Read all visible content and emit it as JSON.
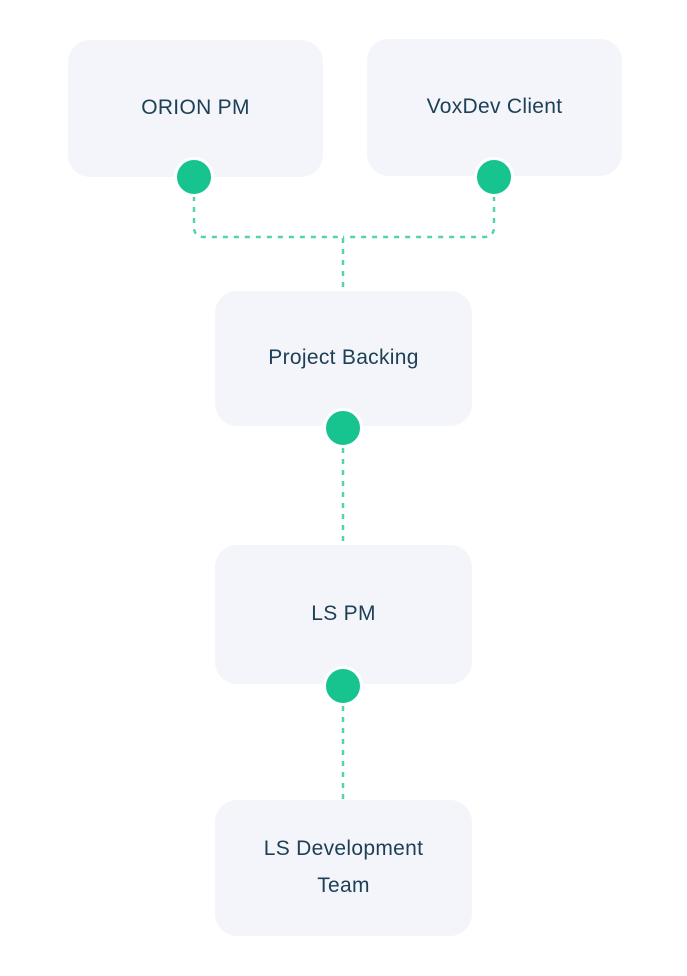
{
  "diagram": {
    "nodes": [
      {
        "id": "orion-pm",
        "label": "ORION PM"
      },
      {
        "id": "voxdev-client",
        "label": "VoxDev Client"
      },
      {
        "id": "project-backing",
        "label": "Project Backing"
      },
      {
        "id": "ls-pm",
        "label": "LS PM"
      },
      {
        "id": "ls-development-team",
        "label": "LS Development Team"
      }
    ],
    "edges": [
      {
        "from": "orion-pm",
        "to": "project-backing"
      },
      {
        "from": "voxdev-client",
        "to": "project-backing"
      },
      {
        "from": "project-backing",
        "to": "ls-pm"
      },
      {
        "from": "ls-pm",
        "to": "ls-development-team"
      }
    ]
  },
  "colors": {
    "page_bg": "#FFFFFF",
    "node_bg": "#F4F5FA",
    "node_text": "#1D4056",
    "dot": "#17C48F",
    "connector": "#52D6A8"
  }
}
